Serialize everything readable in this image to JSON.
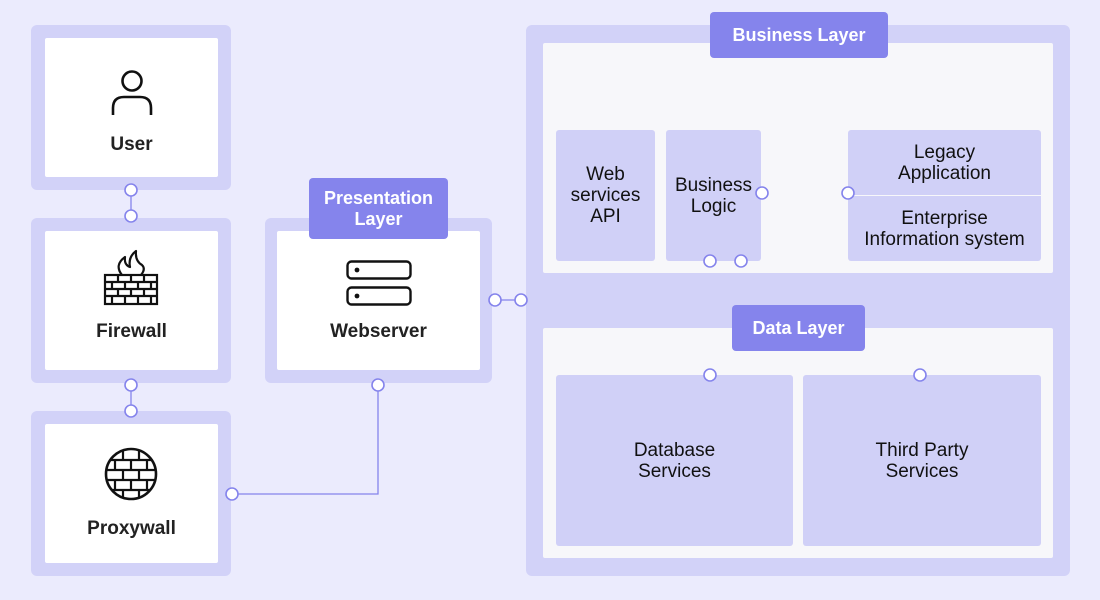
{
  "colors": {
    "background": "#ebebfd",
    "outer_panel": "#d2d2f8",
    "card": "#ffffff",
    "sub_box": "#d0d0f7",
    "tag": "#8584ec",
    "connector": "#8584ec"
  },
  "left_column": {
    "user": {
      "label": "User",
      "icon": "user-icon"
    },
    "firewall": {
      "label": "Firewall",
      "icon": "firewall-icon"
    },
    "proxywall": {
      "label": "Proxywall",
      "icon": "proxywall-icon"
    }
  },
  "presentation": {
    "tag": "Presentation\nLayer",
    "webserver": {
      "label": "Webserver",
      "icon": "server-icon"
    }
  },
  "business": {
    "tag": "Business Layer",
    "web_services_api": "Web\nservices\nAPI",
    "business_logic": "Business\nLogic",
    "legacy_application": "Legacy\nApplication",
    "enterprise_information_system": "Enterprise\nInformation system"
  },
  "data_layer": {
    "tag": "Data Layer",
    "database_services": "Database\nServices",
    "third_party_services": "Third Party\nServices"
  }
}
